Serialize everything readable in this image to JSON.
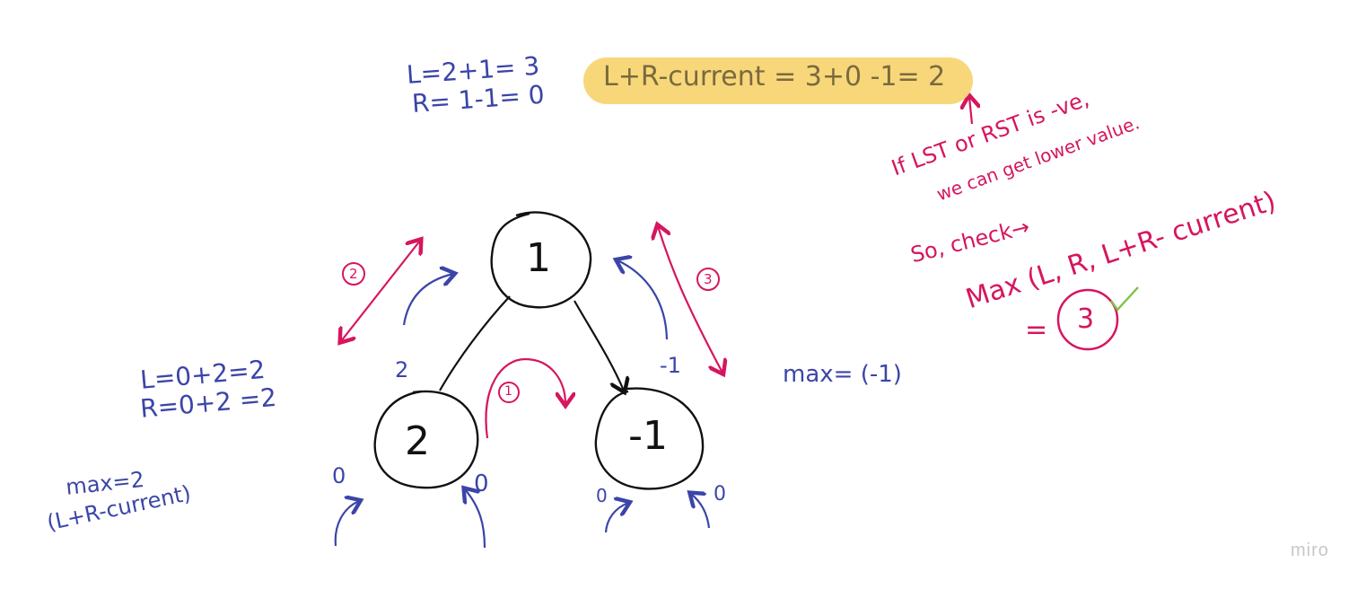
{
  "board": {
    "watermark": "miro"
  },
  "colors": {
    "ink_blue": "#3b45a8",
    "ink_pink": "#d6155f",
    "ink_black": "#111111",
    "highlight_yellow": "#f7d77a",
    "highlight_text": "#7a6a3e",
    "check_green": "#7cc242"
  },
  "tree": {
    "root": {
      "value": "1"
    },
    "left": {
      "value": "2",
      "edge_label": "2",
      "children_returns": [
        "0",
        "0"
      ]
    },
    "right": {
      "value": "-1",
      "edge_label": "-1",
      "children_returns": [
        "0",
        "0"
      ]
    }
  },
  "annotations": {
    "root_calc": {
      "line1": "L=2+1= 3",
      "line2": "R= 1-1= 0"
    },
    "highlight": "L+R-current = 3+0 -1= 2",
    "left_calc": {
      "line1": "L=0+2=2",
      "line2": "R=0+2 =2"
    },
    "left_max": {
      "line1": "max=2",
      "line2": "(L+R-current)"
    },
    "right_max": "max= (-1)",
    "step_labels": [
      "1",
      "2",
      "3"
    ],
    "note": {
      "line1": "If LST or RST is -ve,",
      "line2": "we can get lower value."
    },
    "check": {
      "line1": "So, check→",
      "line2": "Max (L, R, L+R- current)",
      "line3": "=",
      "result": "3"
    }
  }
}
